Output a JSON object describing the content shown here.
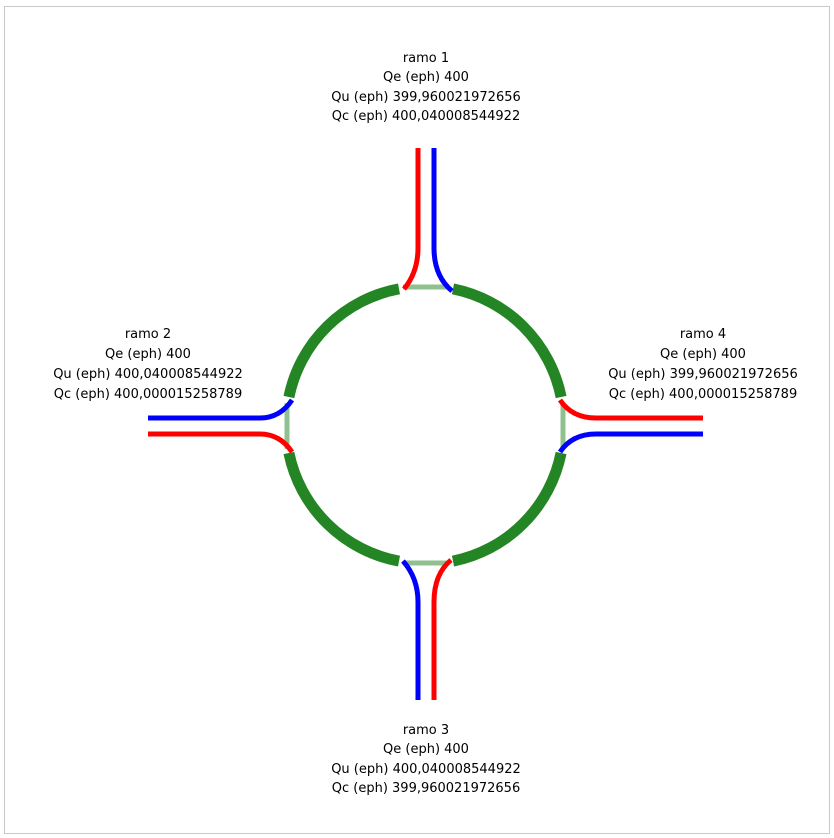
{
  "colors": {
    "ring": "#238523",
    "ring_gap": "#8fc08f",
    "entry": "#ff0000",
    "exit": "#0000ff"
  },
  "branches": [
    {
      "name": "ramo 1",
      "qe": "Qe (eph) 400",
      "qu": "Qu (eph) 399,960021972656",
      "qc": "Qc (eph) 400,040008544922"
    },
    {
      "name": "ramo 2",
      "qe": "Qe (eph) 400",
      "qu": "Qu (eph) 400,040008544922",
      "qc": "Qc (eph) 400,000015258789"
    },
    {
      "name": "ramo 3",
      "qe": "Qe (eph) 400",
      "qu": "Qu (eph) 400,040008544922",
      "qc": "Qc (eph) 399,960021972656"
    },
    {
      "name": "ramo 4",
      "qe": "Qe (eph) 400",
      "qu": "Qu (eph) 399,960021972656",
      "qc": "Qc (eph) 400,000015258789"
    }
  ]
}
